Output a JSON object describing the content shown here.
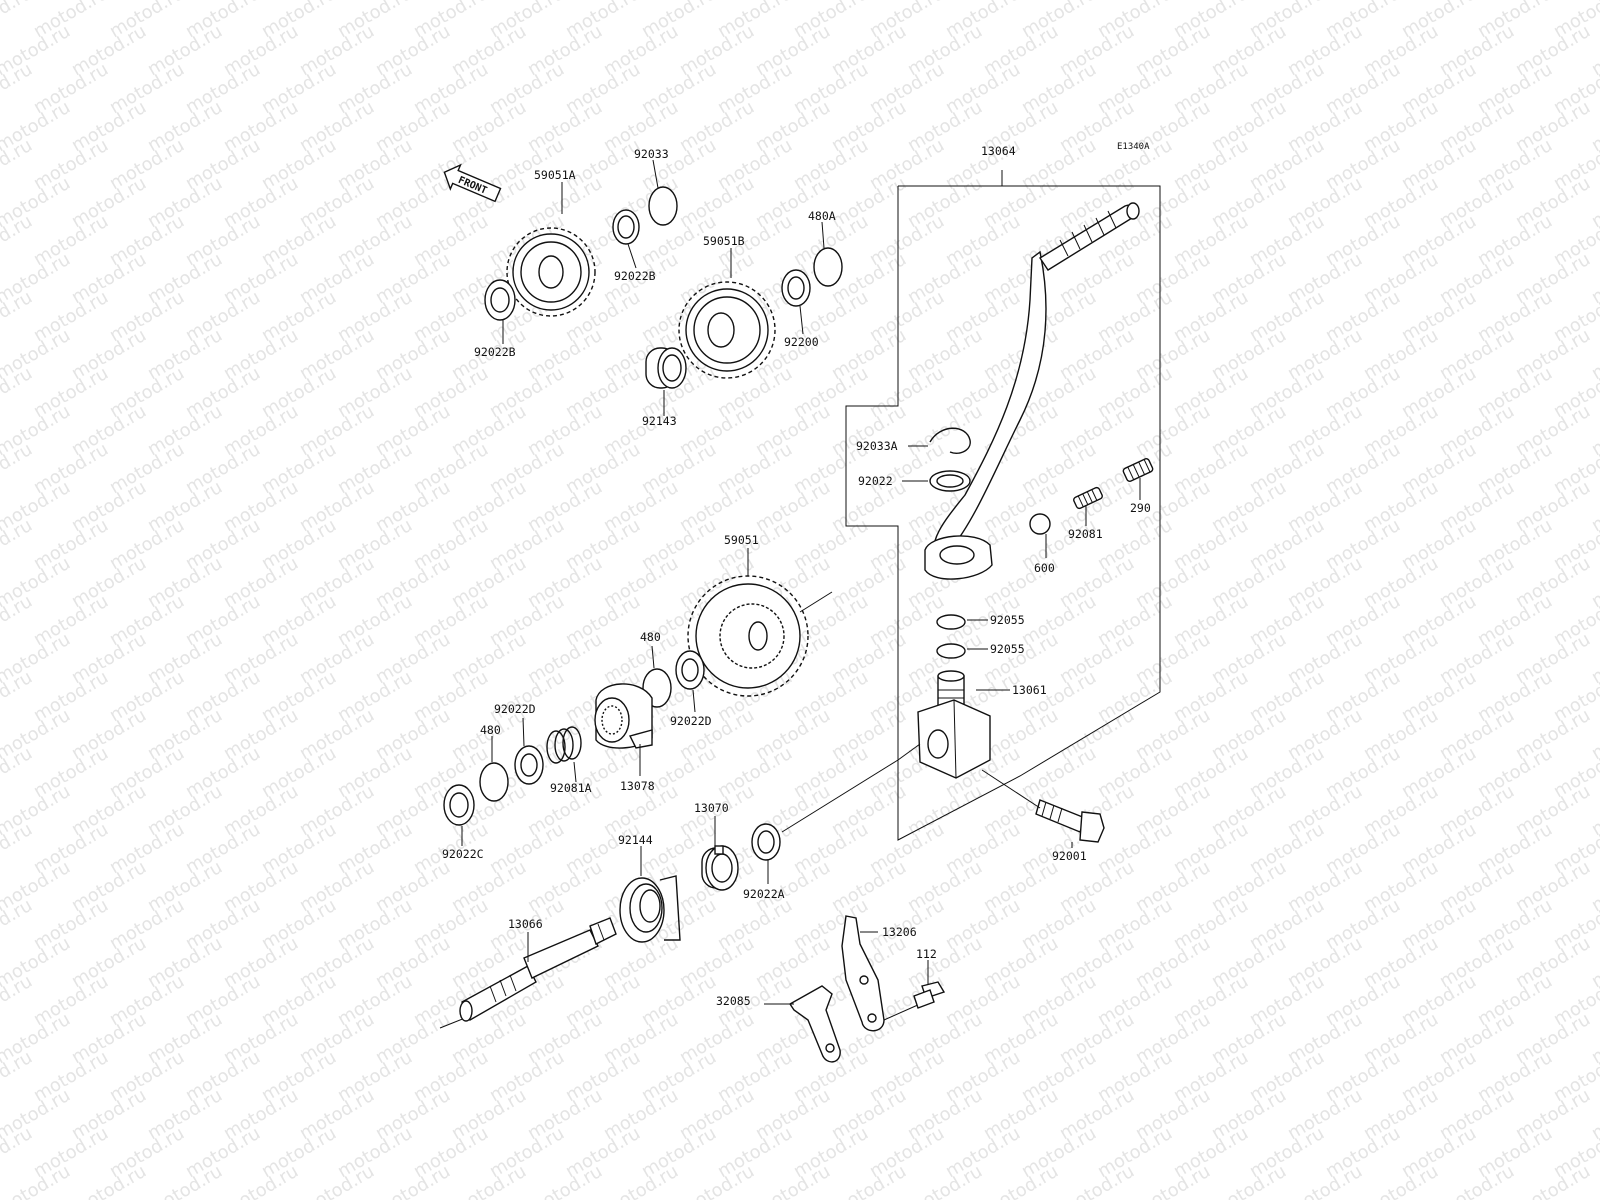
{
  "watermark": "motod.ru",
  "diagram_code": "E1340A",
  "front_label": "FRONT",
  "parts": {
    "p59051A": "59051A",
    "p92033": "92033",
    "p92022B_top": "92022B",
    "p92022B_left": "92022B",
    "p59051B": "59051B",
    "p480A": "480A",
    "p92200": "92200",
    "p92143": "92143",
    "p13064": "13064",
    "p92033A": "92033A",
    "p92022": "92022",
    "p290": "290",
    "p92081": "92081",
    "p600": "600",
    "p59051": "59051",
    "p480_upper": "480",
    "p92055_a": "92055",
    "p92055_b": "92055",
    "p13061": "13061",
    "p92022D_upper": "92022D",
    "p92022D_right": "92022D",
    "p480_lower": "480",
    "p92081A": "92081A",
    "p13078": "13078",
    "p92022C": "92022C",
    "p13070": "13070",
    "p92144": "92144",
    "p92022A": "92022A",
    "p92001": "92001",
    "p13066": "13066",
    "p13206": "13206",
    "p112": "112",
    "p32085": "32085"
  }
}
